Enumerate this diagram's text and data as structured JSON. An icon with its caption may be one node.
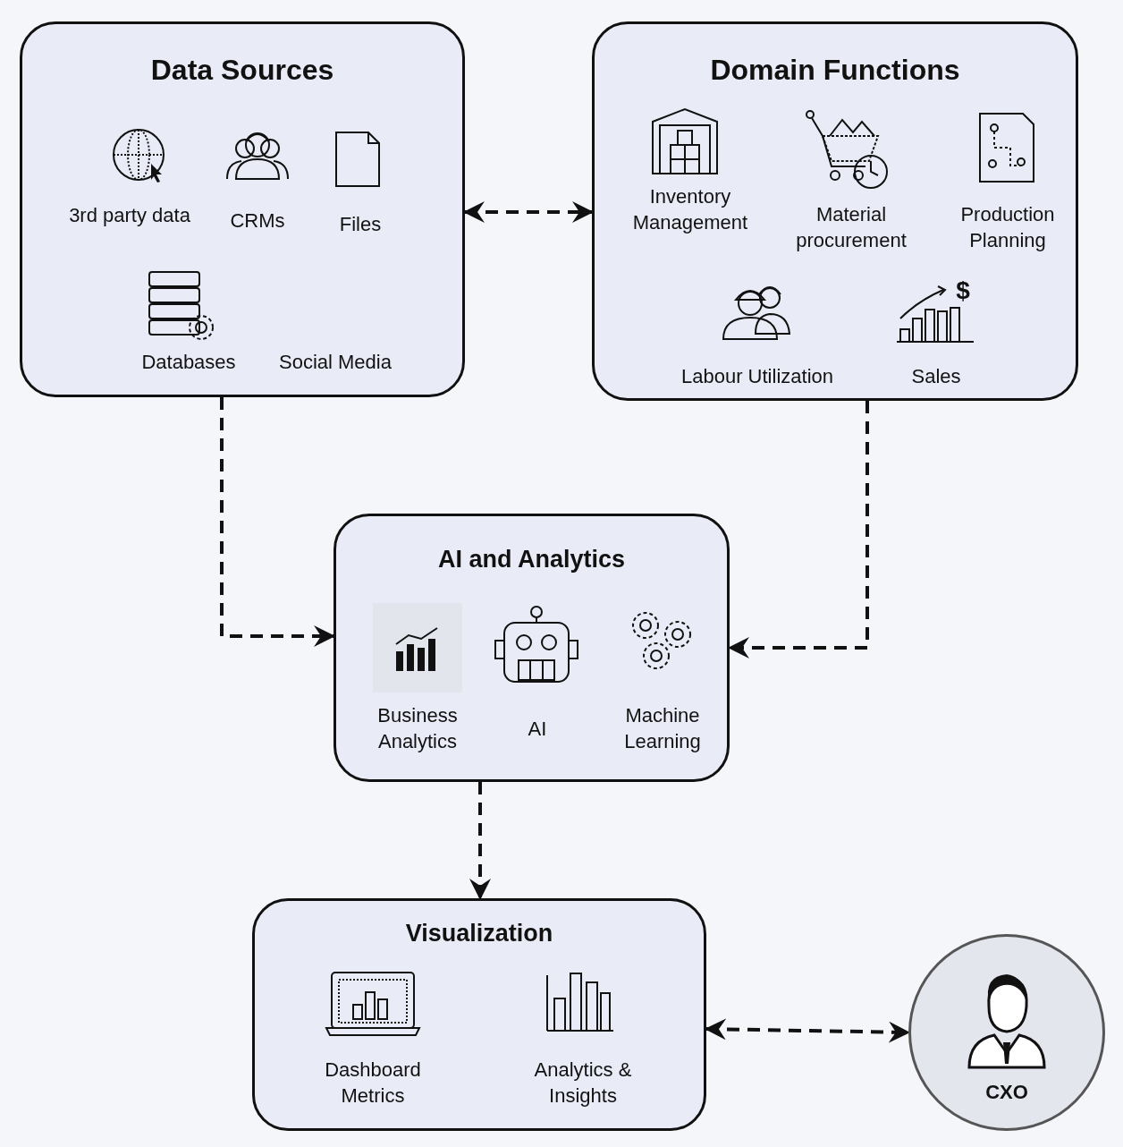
{
  "diagram": {
    "nodes": [
      {
        "text": [
          "Data Sources"
        ]
      },
      {
        "text": [
          "Domain Functions"
        ]
      },
      {
        "text": [
          "AI and Analytics"
        ]
      },
      {
        "text": [
          "Visualization"
        ]
      },
      {
        "text": [
          "CXO"
        ]
      }
    ],
    "edges": [
      {
        "from": 0,
        "to": 1,
        "arrow": "both",
        "style": "dashed"
      },
      {
        "from": 0,
        "to": 2,
        "arrow": "to",
        "style": "dashed"
      },
      {
        "from": 1,
        "to": 2,
        "arrow": "to",
        "style": "dashed"
      },
      {
        "from": 2,
        "to": 3,
        "arrow": "to",
        "style": "dashed"
      },
      {
        "from": 3,
        "to": 4,
        "arrow": "both",
        "style": "dashed"
      }
    ],
    "labels": [
      "3rd party data",
      "CRMs",
      "Files",
      "Databases",
      "Social Media",
      "Inventory Management",
      "Material procurement",
      "Production Planning",
      "Labour Utilization",
      "Sales",
      "Business Analytics",
      "AI",
      "Machine Learning",
      "Dashboard Metrics",
      "Analytics & Insights",
      "$"
    ]
  }
}
